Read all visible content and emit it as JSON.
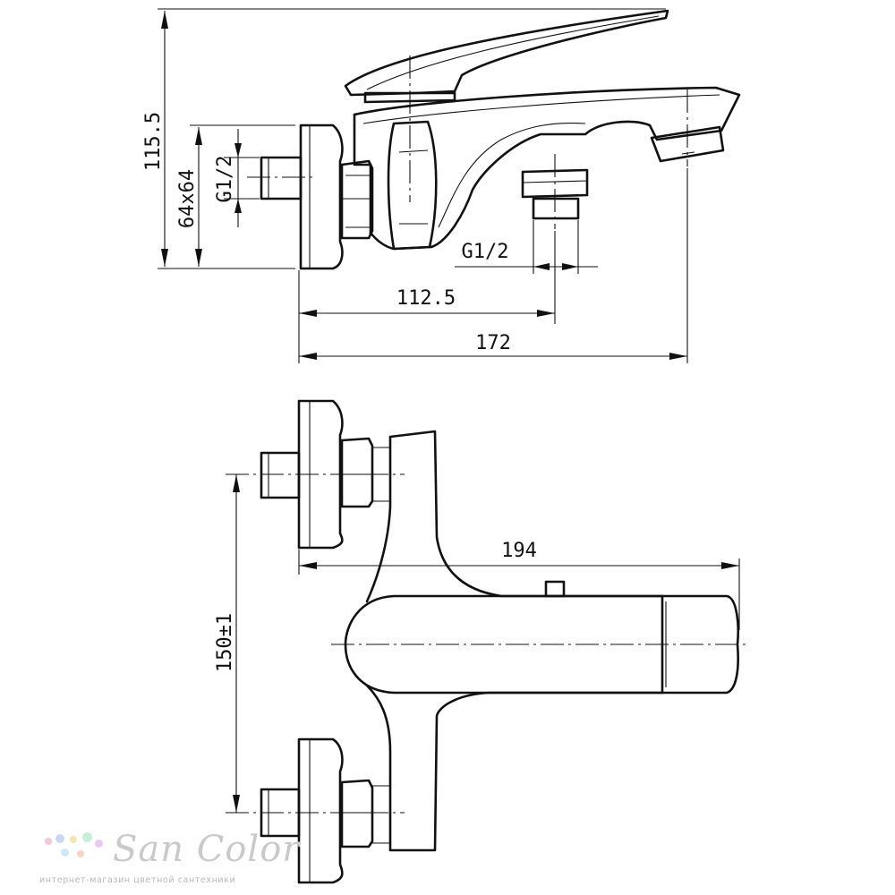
{
  "drawing": {
    "side_view": {
      "dimensions": {
        "height": "115.5",
        "connection_spacing": "64x64",
        "inlet_thread": "G1/2",
        "outlet_thread": "G1/2",
        "outlet_offset": "112.5",
        "spout_reach": "172"
      }
    },
    "top_view": {
      "dimensions": {
        "overall_length": "194",
        "inlet_spacing": "150±1"
      }
    }
  },
  "watermark": {
    "brand": "San Color",
    "tagline": "интернет-магазин цветной сантехники",
    "dot_colors": [
      "#f4c6d9",
      "#c9d8f5",
      "#f7e3b0",
      "#c8efd9",
      "#e7c9f2",
      "#cfe8f8",
      "#f9d3c4"
    ]
  }
}
